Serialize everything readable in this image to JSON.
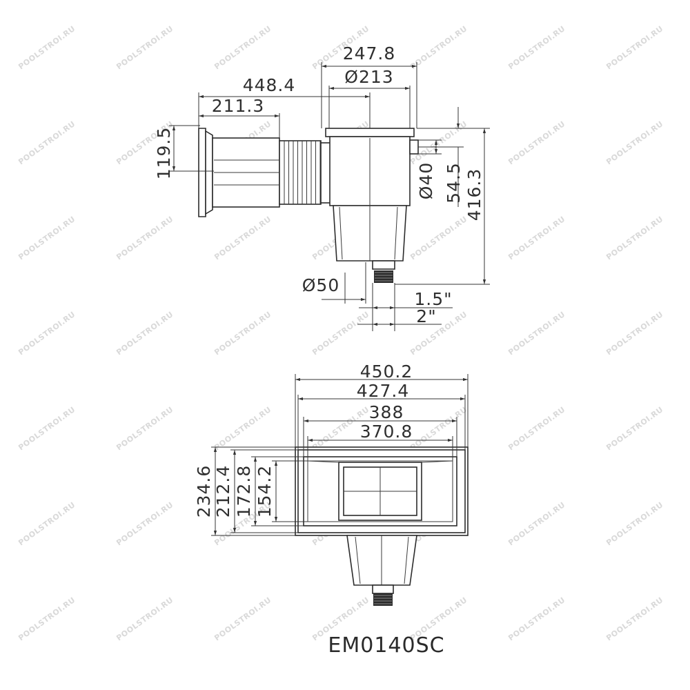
{
  "watermark": "POOLSTROI.RU",
  "model_code": "EM0140SC",
  "side_view": {
    "dim_width_top": "247.8",
    "dim_body_diameter": "Ø213",
    "dim_total_length": "448.4",
    "dim_flange_length": "211.3",
    "dim_axis_height": "119.5",
    "dim_port_diameter": "Ø40",
    "dim_port_height": "54.5",
    "dim_total_height": "416.3",
    "dim_outlet_diameter": "Ø50",
    "dim_thread_inner": "1.5\"",
    "dim_thread_outer": "2\""
  },
  "top_view": {
    "dim_overall_width": "450.2",
    "dim_frame_width": "427.4",
    "dim_inner_width": "388",
    "dim_opening_width": "370.8",
    "dim_overall_depth": "234.6",
    "dim_frame_depth": "212.4",
    "dim_inner_depth": "172.8",
    "dim_opening_depth": "154.2"
  }
}
